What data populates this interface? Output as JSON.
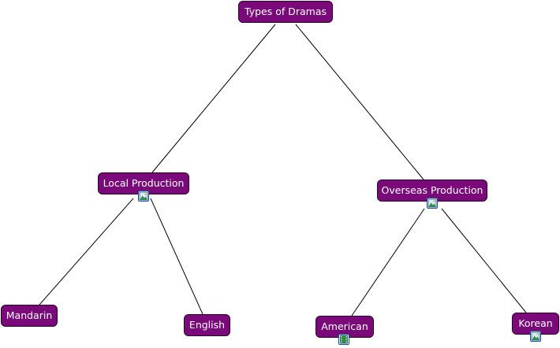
{
  "diagram": {
    "type": "concept-map",
    "node_color": "#7a0a7a",
    "text_color": "#ffffff",
    "root": {
      "label": "Types of Dramas"
    },
    "branches": [
      {
        "label": "Local Production",
        "resource_icon": "image-icon",
        "children": [
          {
            "label": "Mandarin"
          },
          {
            "label": "English"
          }
        ]
      },
      {
        "label": "Overseas Production",
        "resource_icon": "image-icon",
        "children": [
          {
            "label": "American",
            "resource_icon": "film-icon"
          },
          {
            "label": "Korean",
            "resource_icon": "image-icon"
          }
        ]
      }
    ]
  }
}
